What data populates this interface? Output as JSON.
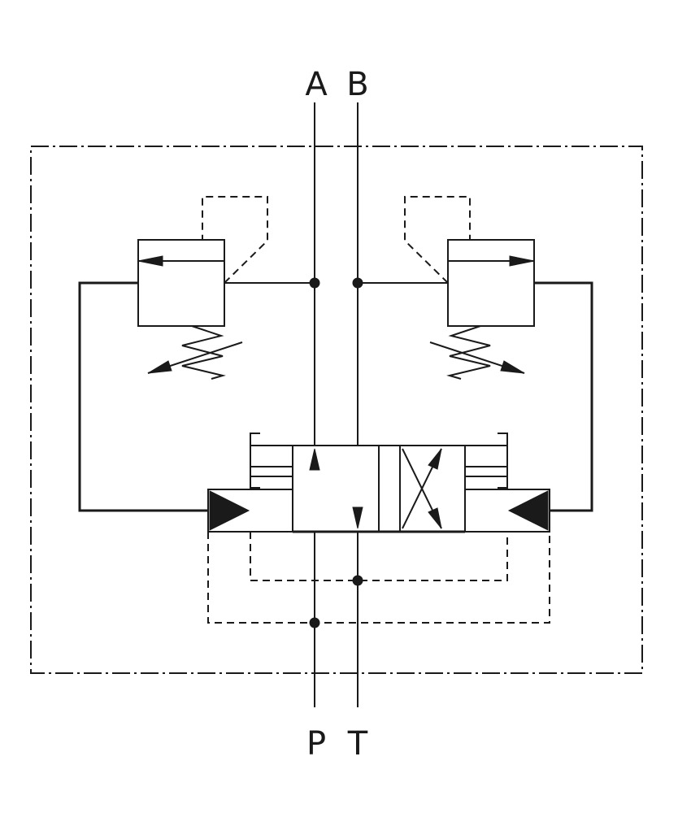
{
  "ports": {
    "a": "A",
    "b": "B",
    "p": "P",
    "t": "T"
  },
  "colors": {
    "line": "#1a1a1a",
    "background": "#ffffff"
  }
}
